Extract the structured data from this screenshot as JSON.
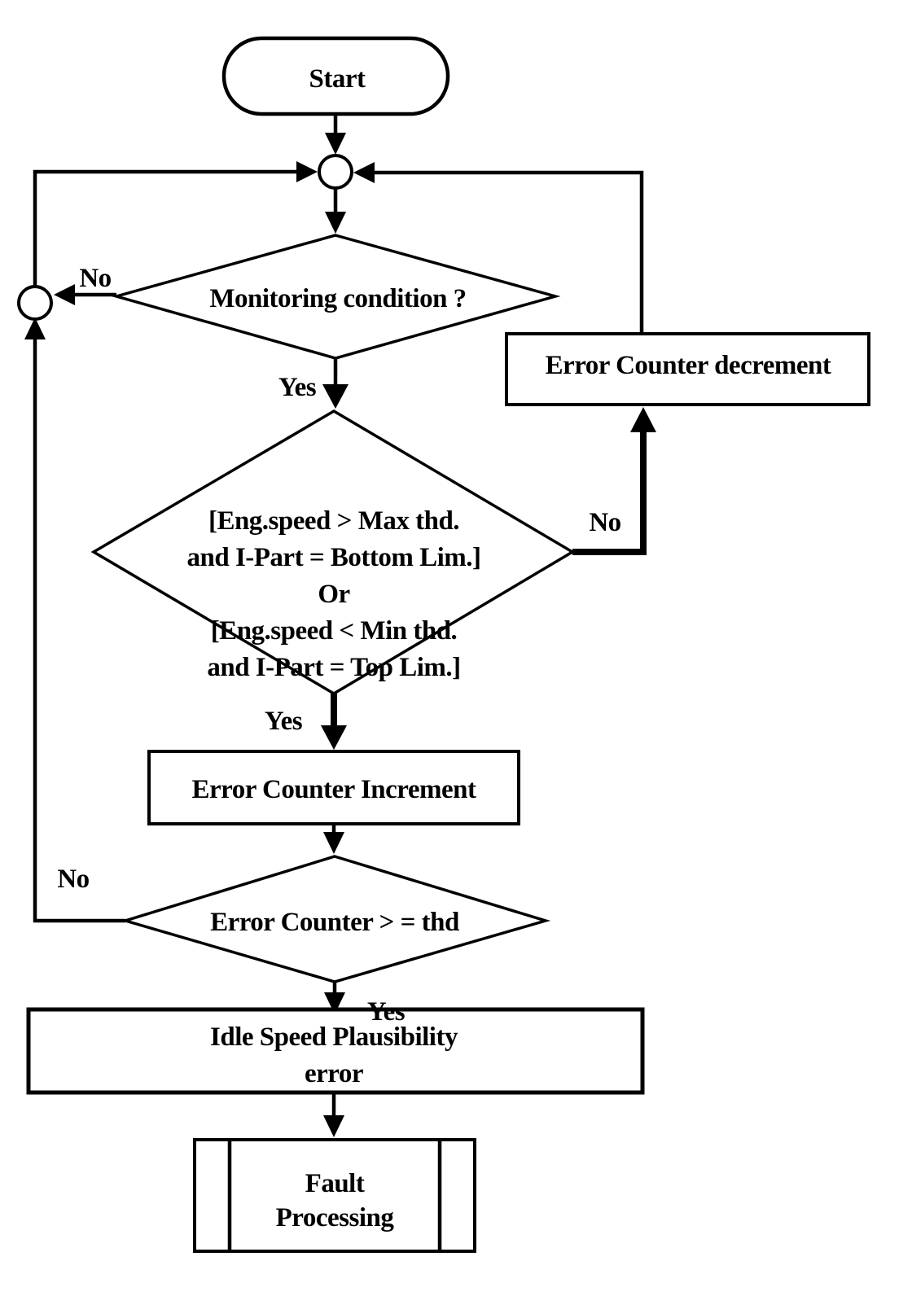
{
  "figure": {
    "kind": "flowchart",
    "background_color": "#ffffff",
    "ink_color": "#000000"
  },
  "nodes": {
    "start": {
      "type": "terminator",
      "label": "Start"
    },
    "monitoring_condition": {
      "type": "decision",
      "label": "Monitoring condition ?"
    },
    "speed_window_check": {
      "type": "decision",
      "lines": [
        "[Eng.speed > Max thd.",
        "and I-Part = Bottom Lim.]",
        "Or",
        "[Eng.speed < Min thd.",
        "and I-Part = Top Lim.]"
      ]
    },
    "error_counter_decrement": {
      "type": "process",
      "label": "Error Counter decrement"
    },
    "error_counter_increment": {
      "type": "process",
      "label": "Error Counter Increment"
    },
    "error_counter_threshold": {
      "type": "decision",
      "label": "Error Counter > = thd"
    },
    "idle_speed_plausibility_error": {
      "type": "process",
      "lines": [
        "Idle Speed Plausibility",
        "error"
      ]
    },
    "fault_processing": {
      "type": "predefined-process",
      "lines": [
        "Fault",
        "Processing"
      ]
    }
  },
  "edge_labels": {
    "monitoring_no": "No",
    "monitoring_yes": "Yes",
    "speed_window_no": "No",
    "speed_window_yes": "Yes",
    "threshold_no": "No",
    "threshold_yes": "Yes"
  }
}
